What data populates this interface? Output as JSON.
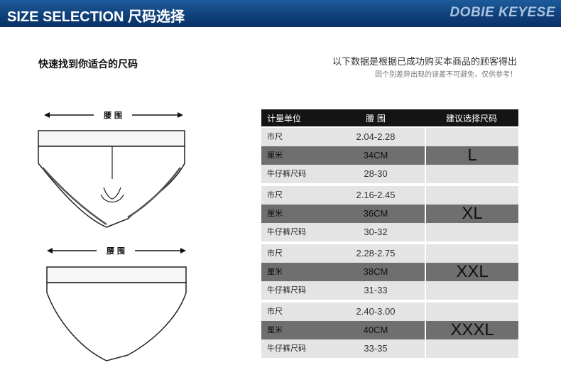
{
  "header": {
    "title": "SIZE SELECTION 尺码选择",
    "brand": "DOBIE KEYESE"
  },
  "subtitle": "快速找到你适合的尺码",
  "note": {
    "main": "以下数据是根据已成功购买本商品的顾客得出",
    "sub": "因个别差异出现的误差不可避免，仅供参考！"
  },
  "illustration": {
    "waist_label_1": "腰 围",
    "waist_label_2": "腰 围"
  },
  "table": {
    "headers": [
      "计量单位",
      "腰 围",
      "建议选择尺码"
    ],
    "groups": [
      {
        "rows": [
          {
            "label": "市尺",
            "value": "2.04-2.28"
          },
          {
            "label": "厘米",
            "value": "34CM"
          },
          {
            "label": "牛仔裤尺码",
            "value": "28-30"
          }
        ],
        "size": "L"
      },
      {
        "rows": [
          {
            "label": "市尺",
            "value": "2.16-2.45"
          },
          {
            "label": "厘米",
            "value": "36CM"
          },
          {
            "label": "牛仔裤尺码",
            "value": "30-32"
          }
        ],
        "size": "XL"
      },
      {
        "rows": [
          {
            "label": "市尺",
            "value": "2.28-2.75"
          },
          {
            "label": "厘米",
            "value": "38CM"
          },
          {
            "label": "牛仔裤尺码",
            "value": "31-33"
          }
        ],
        "size": "XXL"
      },
      {
        "rows": [
          {
            "label": "市尺",
            "value": "2.40-3.00"
          },
          {
            "label": "厘米",
            "value": "40CM"
          },
          {
            "label": "牛仔裤尺码",
            "value": "33-35"
          }
        ],
        "size": "XXXL"
      }
    ]
  },
  "colors": {
    "header_blue": "#0e3f78",
    "table_header": "#141414",
    "row_light": "#e4e4e4",
    "row_dark": "#6f6f6f"
  }
}
